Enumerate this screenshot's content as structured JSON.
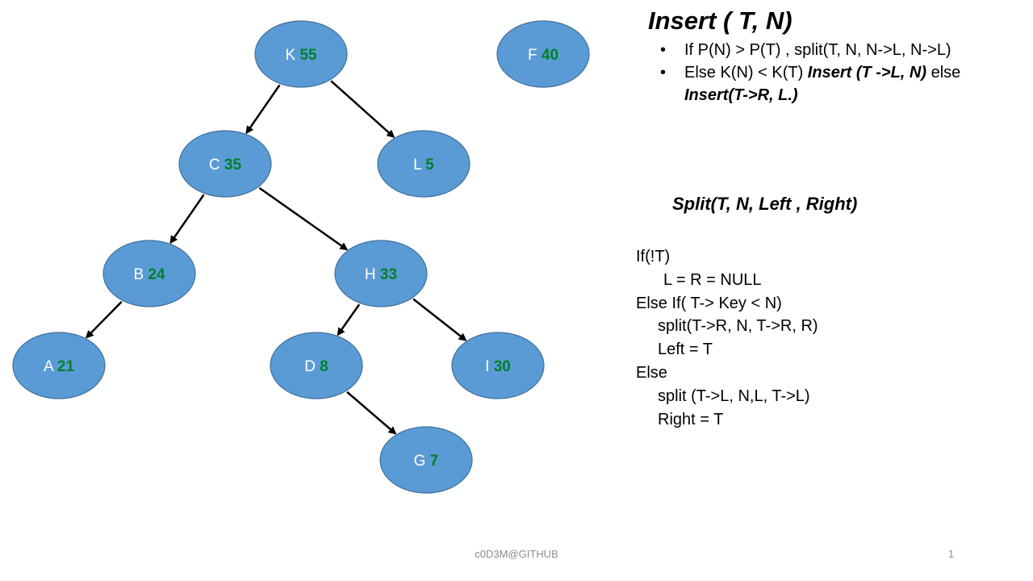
{
  "tree": {
    "nodes": [
      {
        "id": "K",
        "key": "K",
        "priority": "55"
      },
      {
        "id": "F",
        "key": "F",
        "priority": "40"
      },
      {
        "id": "C",
        "key": "C",
        "priority": "35"
      },
      {
        "id": "L",
        "key": "L",
        "priority": "5"
      },
      {
        "id": "B",
        "key": "B",
        "priority": "24"
      },
      {
        "id": "H",
        "key": "H",
        "priority": "33"
      },
      {
        "id": "A",
        "key": "A",
        "priority": "21"
      },
      {
        "id": "D",
        "key": "D",
        "priority": "8"
      },
      {
        "id": "I",
        "key": "I",
        "priority": "30"
      },
      {
        "id": "G",
        "key": "G",
        "priority": "7"
      }
    ],
    "edges": [
      [
        "K",
        "C"
      ],
      [
        "K",
        "L"
      ],
      [
        "C",
        "B"
      ],
      [
        "C",
        "H"
      ],
      [
        "B",
        "A"
      ],
      [
        "H",
        "D"
      ],
      [
        "H",
        "I"
      ],
      [
        "D",
        "G"
      ]
    ]
  },
  "insert": {
    "title": "Insert ( T, N)",
    "rule1": "If P(N) > P(T) , split(T, N, N->L, N->L)",
    "rule2_a": "Else K(N) < K(T) ",
    "rule2_b": "Insert (T ->L, N)",
    "rule2_c": " else",
    "rule2_d": "Insert(T->R, L.)"
  },
  "split": {
    "title": "Split(T, N, Left , Right)",
    "lines": [
      "If(!T)",
      "L = R = NULL",
      "Else If( T-> Key < N)",
      "split(T->R, N, T->R, R)",
      "Left = T",
      "Else",
      "split (T->L, N,L, T->L)",
      "Right = T"
    ]
  },
  "footer": {
    "text": "c0D3M@GITHUB",
    "page": "1"
  },
  "colors": {
    "node_fill": "#5b9bd5",
    "node_stroke": "#41719c",
    "priority": "#00802b",
    "edge": "#000000"
  }
}
